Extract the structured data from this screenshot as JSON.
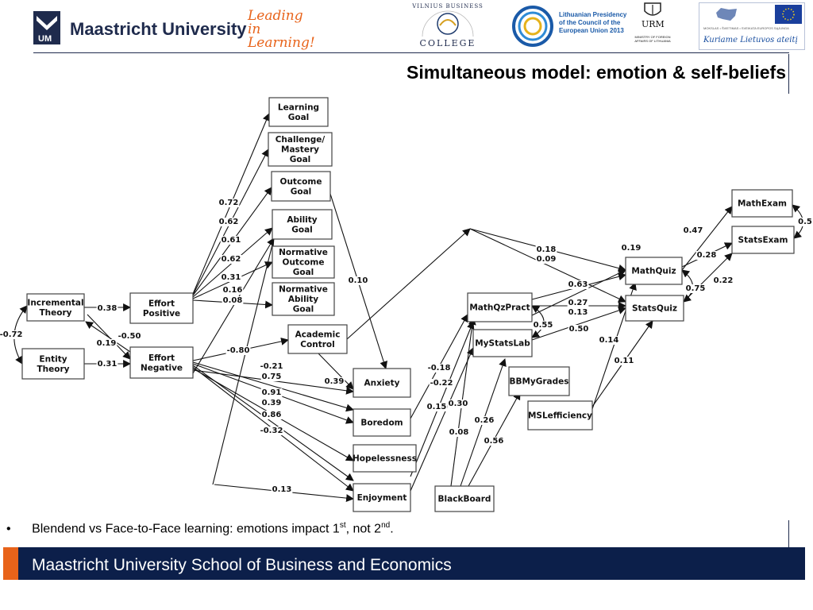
{
  "header": {
    "university_name": "Maastricht University",
    "slogan_line1": "Leading",
    "slogan_line2": "in Learning!",
    "college_top": "VILNIUS BUSINESS",
    "college_bottom": "COLLEGE",
    "presidency_line1": "Lithuanian Presidency",
    "presidency_line2": "of the Council of the",
    "presidency_line3": "European Union 2013",
    "urm": "URM",
    "urm_sub": "MINISTRY OF FOREIGN AFFAIRS OF LITHUANIA",
    "eu_small": "MOKSLAS • ŠVIETIMAS • SVEIKATA    EUROPOS SĄJUNGA",
    "eu_slogan": "Kuriame Lietuvos ateitį"
  },
  "slide": {
    "title": "Simultaneous model: emotion & self-beliefs",
    "bullet_prefix": "Blendend vs Face-to-Face learning: emotions impact 1",
    "bullet_sup1": "st",
    "bullet_mid": ", not 2",
    "bullet_sup2": "nd",
    "bullet_end": "."
  },
  "footer": {
    "text": "Maastricht University School of Business and Economics"
  },
  "colors": {
    "navy": "#0c1f4a",
    "orange": "#e8631a"
  },
  "diagram": {
    "nodes": [
      {
        "id": "incremental",
        "lines": [
          "Incremental",
          "Theory"
        ]
      },
      {
        "id": "entity",
        "lines": [
          "Entity",
          "Theory"
        ]
      },
      {
        "id": "effortpos",
        "lines": [
          "Effort",
          "Positive"
        ]
      },
      {
        "id": "effortneg",
        "lines": [
          "Effort",
          "Negative"
        ]
      },
      {
        "id": "learning",
        "lines": [
          "Learning",
          "Goal"
        ]
      },
      {
        "id": "challenge",
        "lines": [
          "Challenge/",
          "Mastery",
          "Goal"
        ]
      },
      {
        "id": "outcome",
        "lines": [
          "Outcome",
          "Goal"
        ]
      },
      {
        "id": "ability",
        "lines": [
          "Ability",
          "Goal"
        ]
      },
      {
        "id": "normoutcome",
        "lines": [
          "Normative",
          "Outcome",
          "Goal"
        ]
      },
      {
        "id": "normability",
        "lines": [
          "Normative",
          "Ability",
          "Goal"
        ]
      },
      {
        "id": "academic",
        "lines": [
          "Academic",
          "Control"
        ]
      },
      {
        "id": "anxiety",
        "lines": [
          "Anxiety"
        ]
      },
      {
        "id": "boredom",
        "lines": [
          "Boredom"
        ]
      },
      {
        "id": "hopelessness",
        "lines": [
          "Hopelessness"
        ]
      },
      {
        "id": "enjoyment",
        "lines": [
          "Enjoyment"
        ]
      },
      {
        "id": "blackboard",
        "lines": [
          "BlackBoard"
        ]
      },
      {
        "id": "mathqzpract",
        "lines": [
          "MathQzPract"
        ]
      },
      {
        "id": "mystatslab",
        "lines": [
          "MyStatsLab"
        ]
      },
      {
        "id": "bbmygrades",
        "lines": [
          "BBMyGrades"
        ]
      },
      {
        "id": "mslefficiency",
        "lines": [
          "MSLefficiency"
        ]
      },
      {
        "id": "mathquiz",
        "lines": [
          "MathQuiz"
        ]
      },
      {
        "id": "statsquiz",
        "lines": [
          "StatsQuiz"
        ]
      },
      {
        "id": "mathexam",
        "lines": [
          "MathExam"
        ]
      },
      {
        "id": "statsexam",
        "lines": [
          "StatsExam"
        ]
      }
    ],
    "edge_labels": [
      "0.38",
      "0.31",
      "0.19",
      "-0.50",
      "-0.72",
      "0.72",
      "0.62",
      "0.61",
      "0.62",
      "0.31",
      "0.16",
      "0.08",
      "-0.80",
      "-0.21",
      "0.75",
      "0.91",
      "0.39",
      "0.86",
      "-0.32",
      "0.13",
      "0.10",
      "0.39",
      "-0.18",
      "-0.22",
      "0.15",
      "0.30",
      "0.08",
      "0.26",
      "0.56",
      "0.18",
      "0.09",
      "0.63",
      "0.27",
      "0.13",
      "0.50",
      "0.55",
      "0.19",
      "0.47",
      "0.28",
      "0.75",
      "0.22",
      "0.14",
      "0.11",
      "0.5"
    ]
  }
}
